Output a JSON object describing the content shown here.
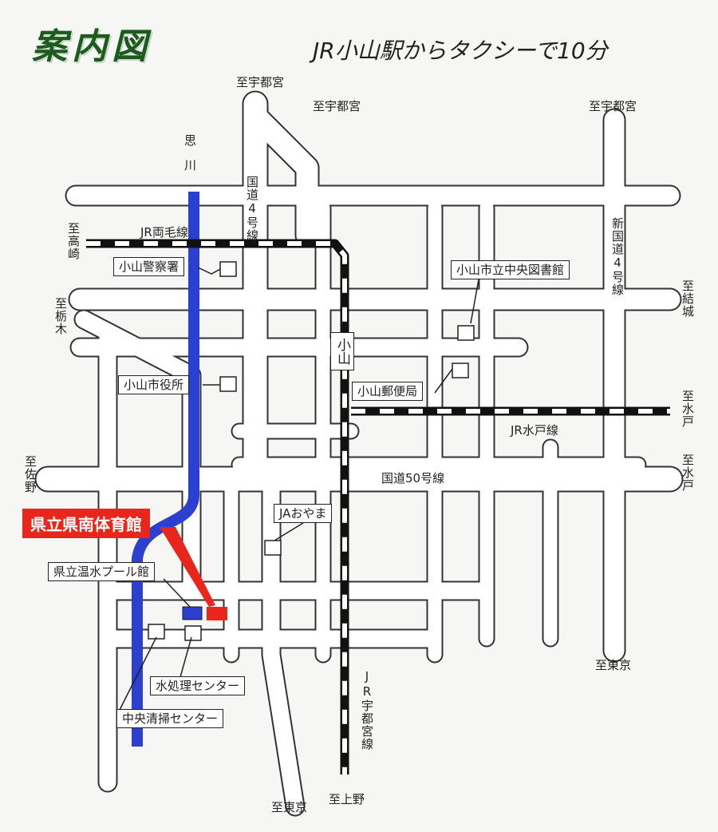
{
  "title": "案内図",
  "subtitle": "JR小山駅からタクシーで10分",
  "colors": {
    "river": "#2b3fd1",
    "highlight": "#e8261b",
    "title_green": "#1d5a1d",
    "road_fill": "#ffffff",
    "road_edge": "#333333"
  },
  "directions": {
    "utsunomiya_top_left": "至宇都宮",
    "utsunomiya_rail": "至宇都宮",
    "utsunomiya_right": "至宇都宮",
    "takasaki": "至高崎",
    "tochigi": "至栃木",
    "sano": "至佐野",
    "yuki": "至結城",
    "mito_rail": "至水戸",
    "mito_road": "至水戸",
    "tokyo_right": "至東京",
    "tokyo_bottom": "至東京",
    "ueno": "至上野"
  },
  "rivers": {
    "omoigawa": "思川"
  },
  "railways": {
    "ryomo": "JR両毛線",
    "mito": "JR水戸線",
    "utsunomiya": "JR宇都宮線"
  },
  "roads": {
    "r4": "国道4号線",
    "new_r4": "新国道4号線",
    "r50": "国道50号線"
  },
  "station": "小山",
  "places": {
    "police": "小山警察署",
    "city_hall": "小山市役所",
    "library": "小山市立中央図書館",
    "post_office": "小山郵便局",
    "ja": "JAおやま",
    "gym": "県立県南体育館",
    "pool": "県立温水プール館",
    "water": "水処理センター",
    "cleaning": "中央清掃センター"
  }
}
